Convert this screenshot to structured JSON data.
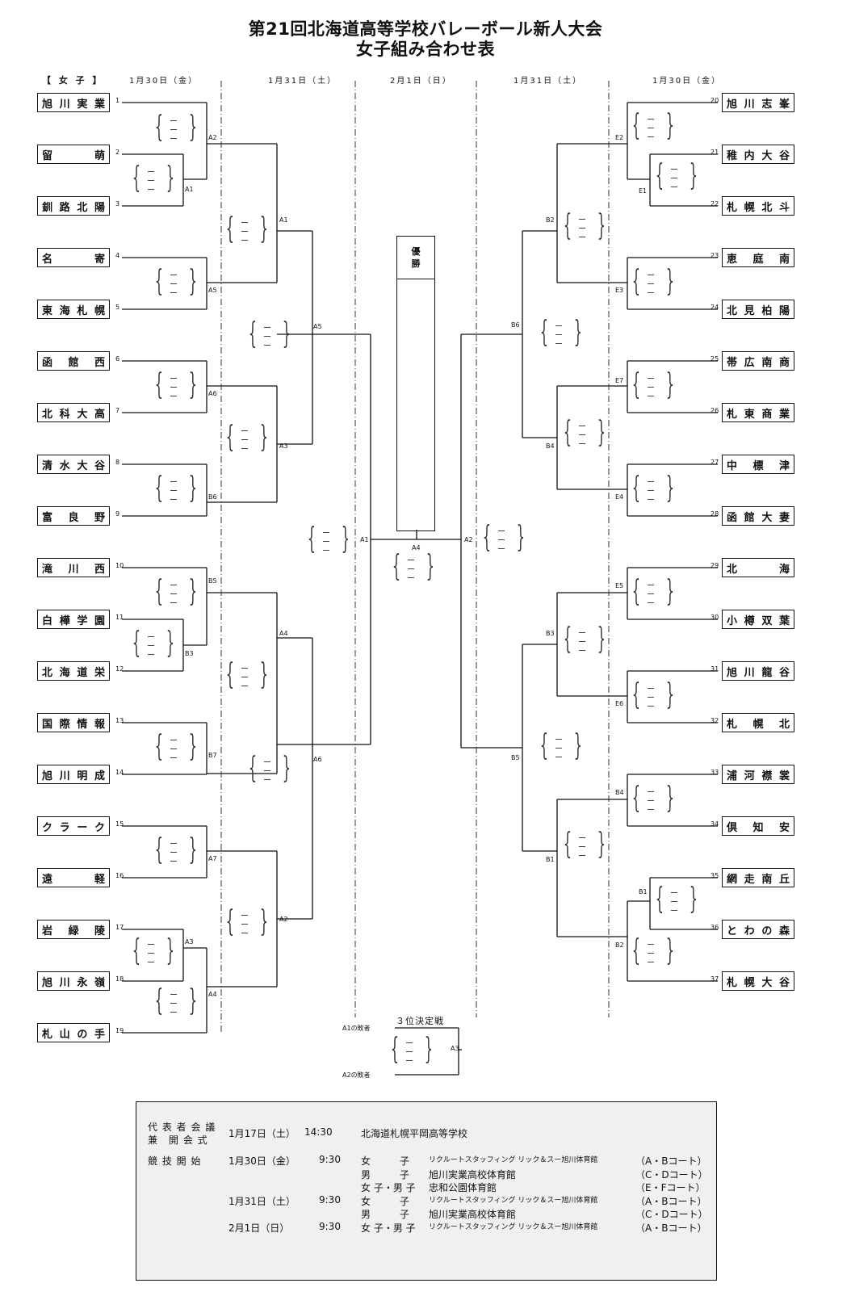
{
  "title": {
    "line1": "第21回北海道高等学校バレーボール新人大会",
    "line2": "女子組み合わせ表"
  },
  "section_label": "【 女 子 】",
  "day_headers": {
    "left_r1": "1月30日（金）",
    "left_r2": "1月31日（土）",
    "center": "2月1日（日）",
    "right_r2": "1月31日（土）",
    "right_r1": "1月30日（金）"
  },
  "left_teams": [
    {
      "seed": "1",
      "name": [
        "旭",
        "川",
        "実",
        "業"
      ]
    },
    {
      "seed": "2",
      "name": [
        "留",
        "萌"
      ]
    },
    {
      "seed": "3",
      "name": [
        "釧",
        "路",
        "北",
        "陽"
      ]
    },
    {
      "seed": "4",
      "name": [
        "名",
        "寄"
      ]
    },
    {
      "seed": "5",
      "name": [
        "東",
        "海",
        "札",
        "幌"
      ]
    },
    {
      "seed": "6",
      "name": [
        "函",
        "館",
        "西"
      ]
    },
    {
      "seed": "7",
      "name": [
        "北",
        "科",
        "大",
        "高"
      ]
    },
    {
      "seed": "8",
      "name": [
        "清",
        "水",
        "大",
        "谷"
      ]
    },
    {
      "seed": "9",
      "name": [
        "富",
        "良",
        "野"
      ]
    },
    {
      "seed": "10",
      "name": [
        "滝",
        "川",
        "西"
      ]
    },
    {
      "seed": "11",
      "name": [
        "白",
        "樺",
        "学",
        "園"
      ]
    },
    {
      "seed": "12",
      "name": [
        "北",
        "海",
        "道",
        "栄"
      ]
    },
    {
      "seed": "13",
      "name": [
        "国",
        "際",
        "情",
        "報"
      ]
    },
    {
      "seed": "14",
      "name": [
        "旭",
        "川",
        "明",
        "成"
      ]
    },
    {
      "seed": "15",
      "name": [
        "ク",
        "ラ",
        "ー",
        "ク"
      ]
    },
    {
      "seed": "16",
      "name": [
        "遠",
        "軽"
      ]
    },
    {
      "seed": "17",
      "name": [
        "岩",
        "緑",
        "陵"
      ]
    },
    {
      "seed": "18",
      "name": [
        "旭",
        "川",
        "永",
        "嶺"
      ]
    },
    {
      "seed": "19",
      "name": [
        "札",
        "山",
        "の",
        "手"
      ]
    }
  ],
  "right_teams": [
    {
      "seed": "20",
      "name": [
        "旭",
        "川",
        "志",
        "峯"
      ]
    },
    {
      "seed": "21",
      "name": [
        "稚",
        "内",
        "大",
        "谷"
      ]
    },
    {
      "seed": "22",
      "name": [
        "札",
        "幌",
        "北",
        "斗"
      ]
    },
    {
      "seed": "23",
      "name": [
        "恵",
        "庭",
        "南"
      ]
    },
    {
      "seed": "24",
      "name": [
        "北",
        "見",
        "柏",
        "陽"
      ]
    },
    {
      "seed": "25",
      "name": [
        "帯",
        "広",
        "南",
        "商"
      ]
    },
    {
      "seed": "26",
      "name": [
        "札",
        "東",
        "商",
        "業"
      ]
    },
    {
      "seed": "27",
      "name": [
        "中",
        "標",
        "津"
      ]
    },
    {
      "seed": "28",
      "name": [
        "函",
        "館",
        "大",
        "妻"
      ]
    },
    {
      "seed": "29",
      "name": [
        "北",
        "海"
      ]
    },
    {
      "seed": "30",
      "name": [
        "小",
        "樽",
        "双",
        "葉"
      ]
    },
    {
      "seed": "31",
      "name": [
        "旭",
        "川",
        "龍",
        "谷"
      ]
    },
    {
      "seed": "32",
      "name": [
        "札",
        "幌",
        "北"
      ]
    },
    {
      "seed": "33",
      "name": [
        "浦",
        "河",
        "襟",
        "裳"
      ]
    },
    {
      "seed": "34",
      "name": [
        "倶",
        "知",
        "安"
      ]
    },
    {
      "seed": "35",
      "name": [
        "網",
        "走",
        "南",
        "丘"
      ]
    },
    {
      "seed": "36",
      "name": [
        "と",
        "わ",
        "の",
        "森"
      ]
    },
    {
      "seed": "37",
      "name": [
        "札",
        "幌",
        "大",
        "谷"
      ]
    }
  ],
  "matches": {
    "left_r1": [
      "A1",
      "A2",
      "A5",
      "A6",
      "B6",
      "B3",
      "B5",
      "B7",
      "A7",
      "A3",
      "A4"
    ],
    "left_r2": [
      "A1",
      "A3",
      "A4",
      "A2"
    ],
    "left_r3": [
      "A5",
      "A6"
    ],
    "left_semi": "A1",
    "final": "A4",
    "right_semi": "A2",
    "right_r3": [
      "B6",
      "B5"
    ],
    "right_r2": [
      "B2",
      "B4",
      "B3",
      "B1"
    ],
    "right_r1": [
      "E1",
      "E2",
      "E3",
      "E7",
      "E4",
      "E5",
      "E6",
      "B4",
      "B1",
      "B2"
    ]
  },
  "champion_label": [
    "優",
    "勝"
  ],
  "third_place": {
    "title": "３位決定戦",
    "entrant_top": "A1の敗者",
    "entrant_bottom": "A2の敗者",
    "court": "A3"
  },
  "info": {
    "meeting_label_1": "代 表 者 会 議",
    "meeting_label_2": "兼　開 会 式",
    "meeting_date": "1月17日（土）",
    "meeting_time": "14:30",
    "meeting_venue": "北海道札幌平岡高等学校",
    "start_label": "競 技 開 始",
    "schedule": [
      {
        "date": "1月30日（金）",
        "time": "9:30",
        "division": "女　　　子",
        "venue": "リクルートスタッフィング リック＆スー旭川体育館",
        "venue_small": true,
        "court": "（A・Bコート）"
      },
      {
        "date": "",
        "time": "",
        "division": "男　　　子",
        "venue": "旭川実業高校体育館",
        "venue_small": false,
        "court": "（C・Dコート）"
      },
      {
        "date": "",
        "time": "",
        "division": "女 子・男 子",
        "venue": "忠和公園体育館",
        "venue_small": false,
        "court": "（E・Fコート）"
      },
      {
        "date": "1月31日（土）",
        "time": "9:30",
        "division": "女　　　子",
        "venue": "リクルートスタッフィング リック＆スー旭川体育館",
        "venue_small": true,
        "court": "（A・Bコート）"
      },
      {
        "date": "",
        "time": "",
        "division": "男　　　子",
        "venue": "旭川実業高校体育館",
        "venue_small": false,
        "court": "（C・Dコート）"
      },
      {
        "date": "2月1日（日）",
        "time": "9:30",
        "division": "女 子・男 子",
        "venue": "リクルートスタッフィング リック＆スー旭川体育館",
        "venue_small": true,
        "court": "（A・Bコート）"
      }
    ]
  }
}
